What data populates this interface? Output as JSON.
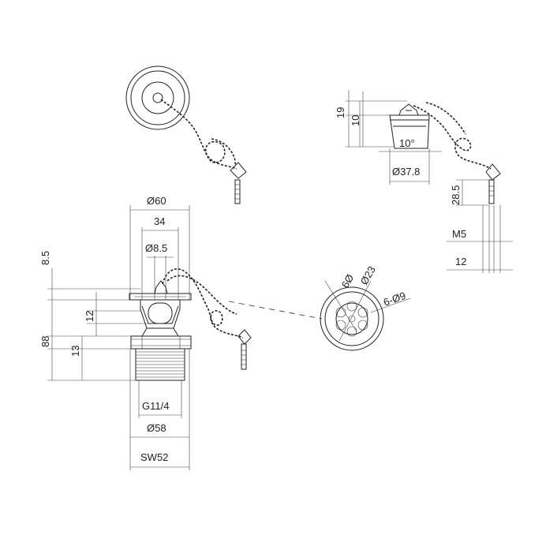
{
  "dimensions": {
    "top_right": {
      "h19": "19",
      "h10": "10",
      "angle": "10°",
      "d37_8": "Ø37.8",
      "h28_5": "28.5",
      "m5": "M5",
      "w12": "12"
    },
    "main": {
      "d60": "Ø60",
      "w34": "34",
      "d8_5": "Ø8.5",
      "h8_5": "8.5",
      "h12": "12",
      "h88": "88",
      "h13": "13",
      "thread": "G11/4",
      "d58": "Ø58",
      "sw52": "SW52"
    },
    "grate": {
      "d6": "6Ø",
      "d23": "Ø23",
      "holes": "6-Ø9"
    }
  }
}
